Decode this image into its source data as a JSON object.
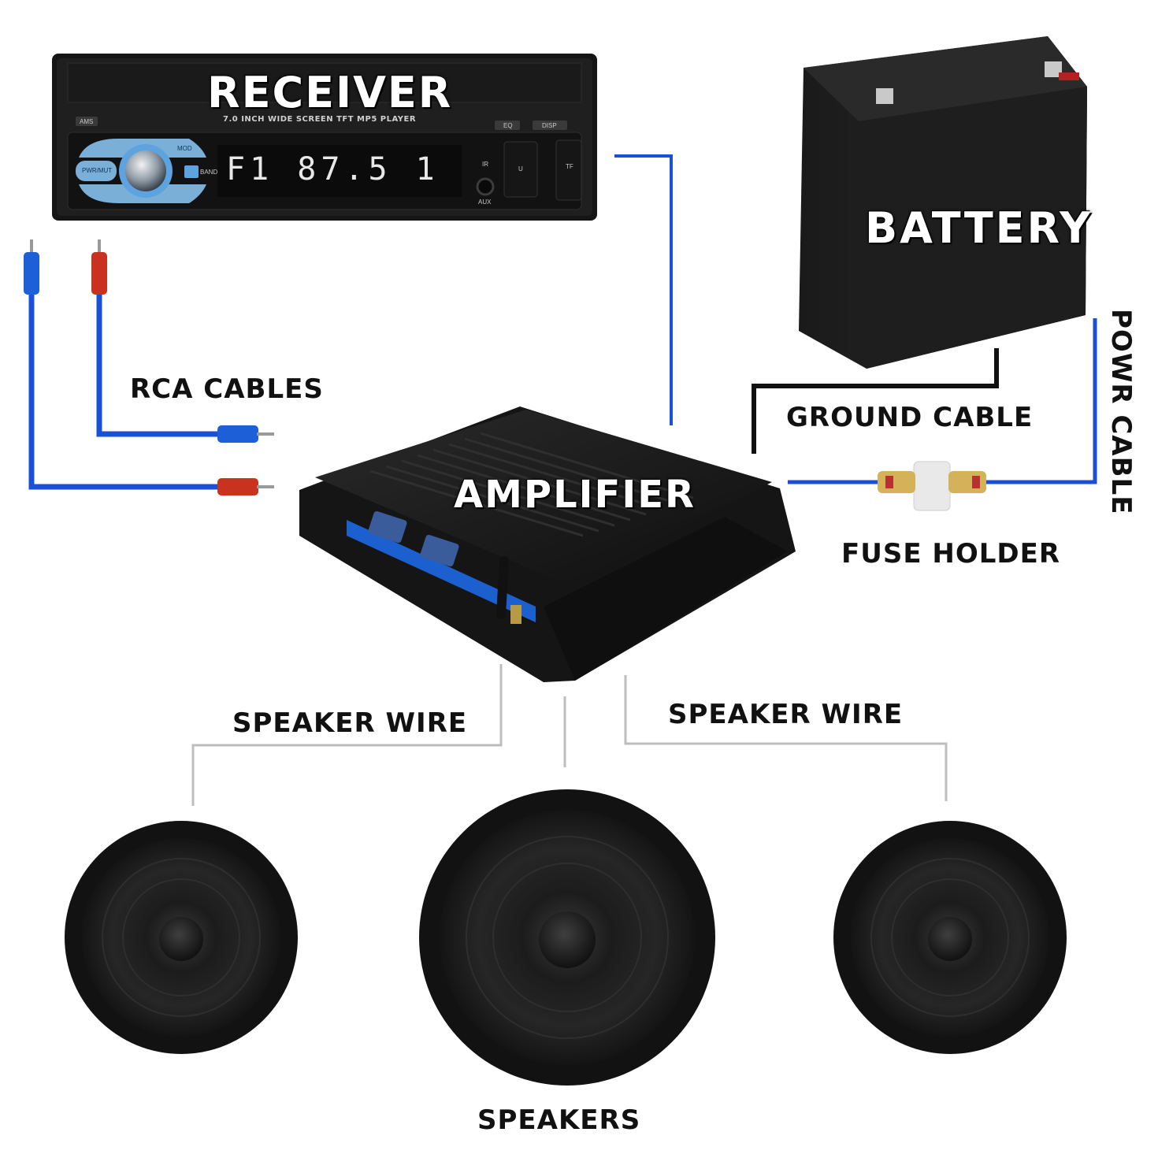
{
  "receiver": {
    "title": "RECEIVER",
    "subtitle": "7.0 INCH WIDE SCREEN TFT  MP5  PLAYER",
    "display": "F1 87.5 1",
    "buttons": {
      "ams": "AMS",
      "eq": "EQ",
      "disp": "DISP",
      "aux": "AUX",
      "tf": "TF",
      "pwr": "PWR/MUT",
      "band": "BAND",
      "mod": "MOD",
      "ir": "IR",
      "u": "U"
    }
  },
  "battery": {
    "title": "BATTERY"
  },
  "amplifier": {
    "title": "AMPLIFIER"
  },
  "labels": {
    "rca_cables": "RCA CABLES",
    "ground_cable": "GROUND CABLE",
    "power_cable": "POWR CABLE",
    "fuse_holder": "FUSE HOLDER",
    "speaker_wire_left": "SPEAKER WIRE",
    "speaker_wire_right": "SPEAKER WIRE",
    "speakers": "SPEAKERS"
  },
  "colors": {
    "wire_blue": "#1a4fd8",
    "ground_black": "#111111",
    "speaker_wire_gray": "#bfbfbf",
    "device_black": "#1b1b1b",
    "rca_blue": "#1d5fd6",
    "rca_red": "#c8321e"
  },
  "icons": {
    "rca_plug": "rca-plug-icon",
    "fuse": "fuse-holder-icon",
    "speaker": "speaker-cone-icon"
  }
}
